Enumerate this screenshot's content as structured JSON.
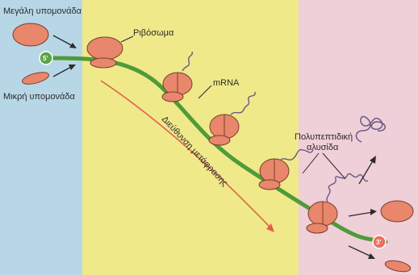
{
  "labels": {
    "large_subunit": "Μεγάλη υπομονάδα",
    "small_subunit": "Μικρή υπομονάδα",
    "ribosome": "Ριβόσωμα",
    "mrna": "mRNA",
    "direction": "Διεύθυνση μετάφρασης",
    "polypeptide_line1": "Πολυπεπτιδική",
    "polypeptide_line2": "αλυσίδα",
    "five_prime": "5'",
    "three_prime": "3'"
  },
  "colors": {
    "left_band": "#b8d7e6",
    "middle_band": "#efe98a",
    "right_band": "#efcfd8",
    "ribosome": "#e8876b",
    "ribosome_stroke": "#7a3d2d",
    "mrna": "#4f9b3a",
    "five_prime_cap": "#5aa54a",
    "three_prime_cap": "#e8715e",
    "arrow": "#e0604a",
    "chain": "#6b5a86"
  }
}
